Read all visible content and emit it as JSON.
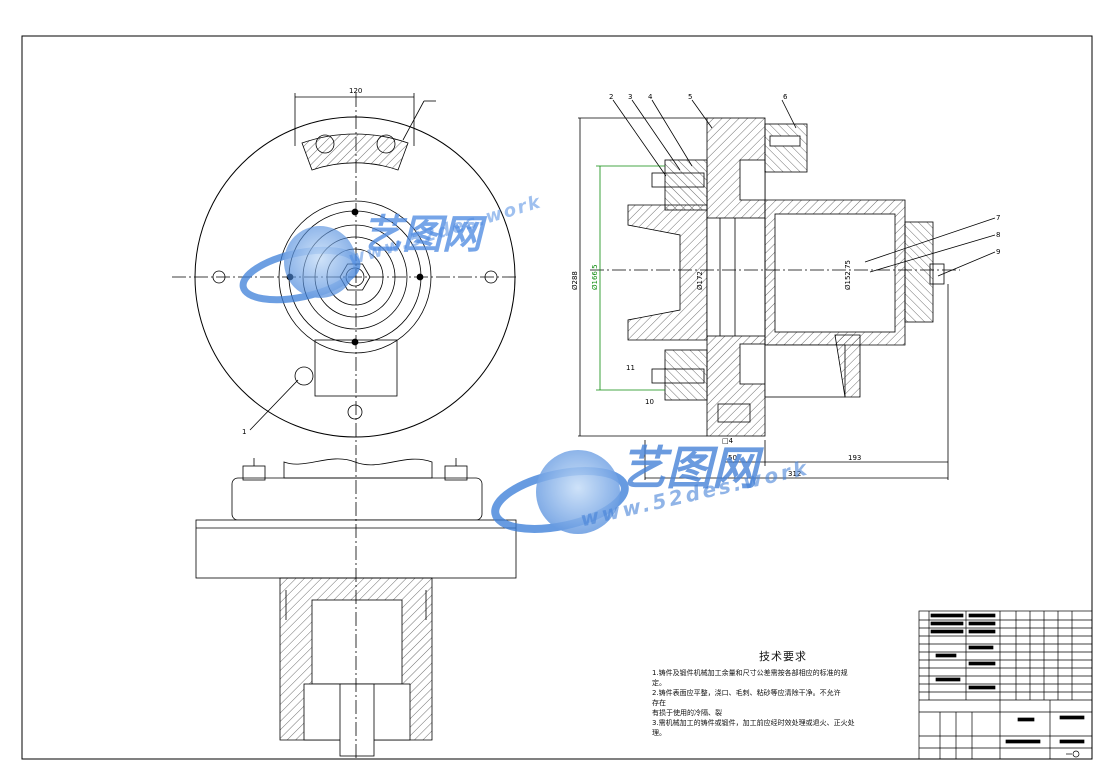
{
  "drawing": {
    "dimensions": {
      "top_width": "120",
      "d_outer": "Ø288",
      "d_green": "Ø166.5",
      "d_inner": "Ø172",
      "d_right": "Ø152.75",
      "len_50": "50",
      "len_193": "193",
      "len_312": "312",
      "dia_c": "□4"
    },
    "balloons": [
      "1",
      "2",
      "3",
      "4",
      "5",
      "6",
      "7",
      "8",
      "9",
      "10",
      "11"
    ]
  },
  "watermark": {
    "name": "艺图网",
    "url": "www.52des.work"
  },
  "tech_requirements": {
    "title": "技术要求",
    "lines": [
      "1.铸件及锻件机械加工余量和尺寸公差需按各部相应的标准的规",
      "定。",
      "2.铸件表面应平整，浇口、毛刺、粘砂等应清除干净。不允许",
      "存在",
      "有损于使用的冷隔、裂",
      "3.需机械加工的铸件或锻件，加工前应经时效处理或退火、正火处",
      "理。"
    ]
  },
  "colors": {
    "line": "#000000",
    "hatch": "#333333",
    "green_dim": "#0a8a0a",
    "watermark": "#508ce1"
  }
}
